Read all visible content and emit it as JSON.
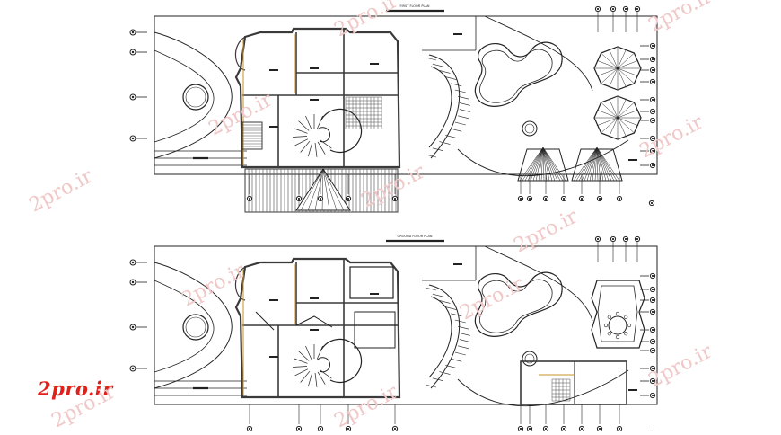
{
  "brand": {
    "logo_text": "2pro.ir",
    "watermark_text": "2pro.ir",
    "logo_color": "#e0201b"
  },
  "drawing": {
    "line_color": "#222222",
    "wall_color": "#3a3a3a",
    "hatch_color": "#4a4a4a",
    "accent_color": "#c8902a",
    "background_color": "#ffffff",
    "plans": [
      {
        "title": "FIRST FLOOR PLAN"
      },
      {
        "title": "GROUND FLOOR PLAN"
      }
    ]
  }
}
